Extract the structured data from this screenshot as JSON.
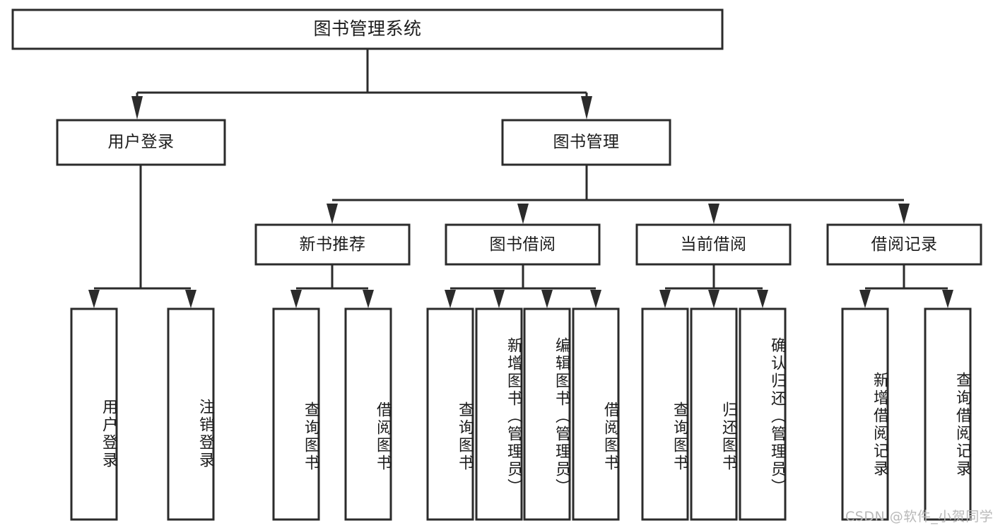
{
  "diagram": {
    "title": "图书管理系统",
    "type": "tree-hierarchy-chart",
    "colors": {
      "box_stroke": "#2b2b2b",
      "box_fill": "#ffffff",
      "text": "#1c1c1c",
      "background": "#ffffff",
      "watermark": "#b9b9b9"
    },
    "root": {
      "label": "图书管理系统"
    },
    "level2": [
      {
        "label": "用户登录"
      },
      {
        "label": "图书管理"
      }
    ],
    "level3": [
      {
        "label": "新书推荐"
      },
      {
        "label": "图书借阅"
      },
      {
        "label": "当前借阅"
      },
      {
        "label": "借阅记录"
      }
    ],
    "leaves": {
      "user_login": [
        {
          "label": "用户登录"
        },
        {
          "label": "注销登录"
        }
      ],
      "new_book_recommend": [
        {
          "label": "查询图书"
        },
        {
          "label": "借阅图书"
        }
      ],
      "book_borrow": [
        {
          "label": "查询图书"
        },
        {
          "label": "新增图书（管理员）"
        },
        {
          "label": "编辑图书（管理员）"
        },
        {
          "label": "借阅图书"
        }
      ],
      "current_borrow": [
        {
          "label": "查询图书"
        },
        {
          "label": "归还图书"
        },
        {
          "label": "确认归还（管理员）"
        }
      ],
      "borrow_records": [
        {
          "label": "新增借阅记录"
        },
        {
          "label": "查询借阅记录"
        }
      ]
    }
  },
  "watermark": {
    "text": "CSDN @软件_小贺同学"
  }
}
